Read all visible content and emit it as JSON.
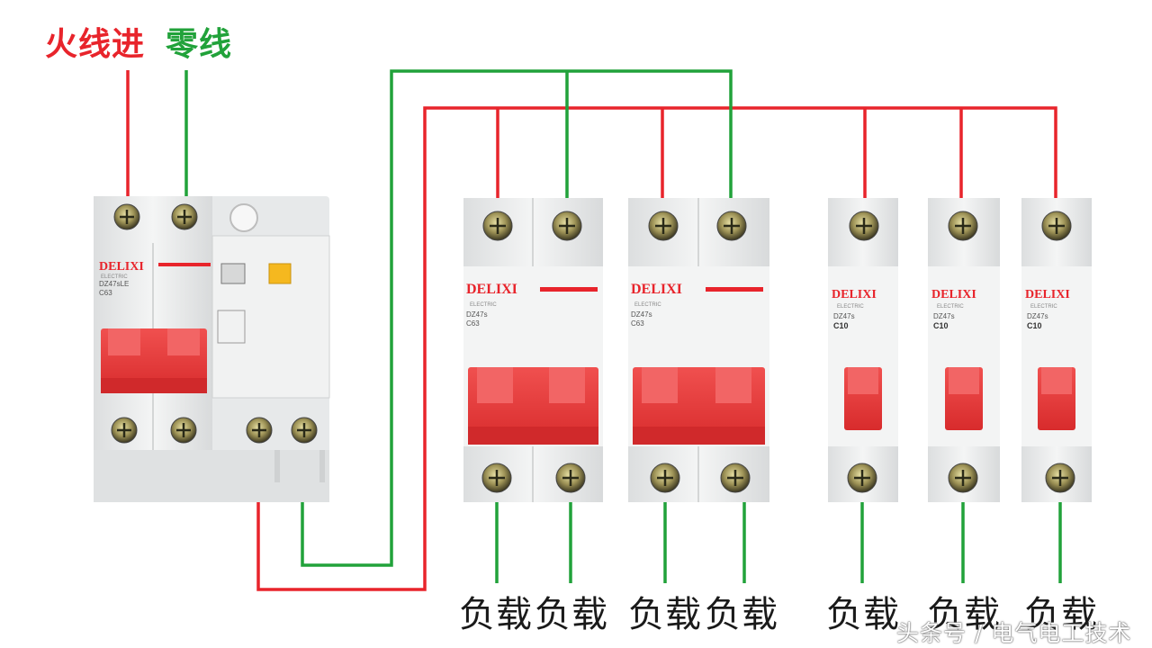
{
  "labels": {
    "live_in": "火线进",
    "neutral": "零线",
    "load": "负载",
    "watermark": "头条号 / 电气电工技术"
  },
  "brand": {
    "rcbo_brand": "DELIXI",
    "mcb_brand": "DELIXI",
    "brand_sub": "ELECTRIC",
    "rcbo_model": "DZ47sLE",
    "rcbo_rating": "C63",
    "mcb2p_model": "DZ47s",
    "mcb2p_rating": "C63",
    "mcb1p_model": "DZ47s",
    "mcb1p_rating": "C10"
  },
  "colors": {
    "live": "#e8242b",
    "neutral": "#21a23a",
    "handle": "#e8383a",
    "body": "#ecedee",
    "terminal": "#5a5a3a"
  }
}
